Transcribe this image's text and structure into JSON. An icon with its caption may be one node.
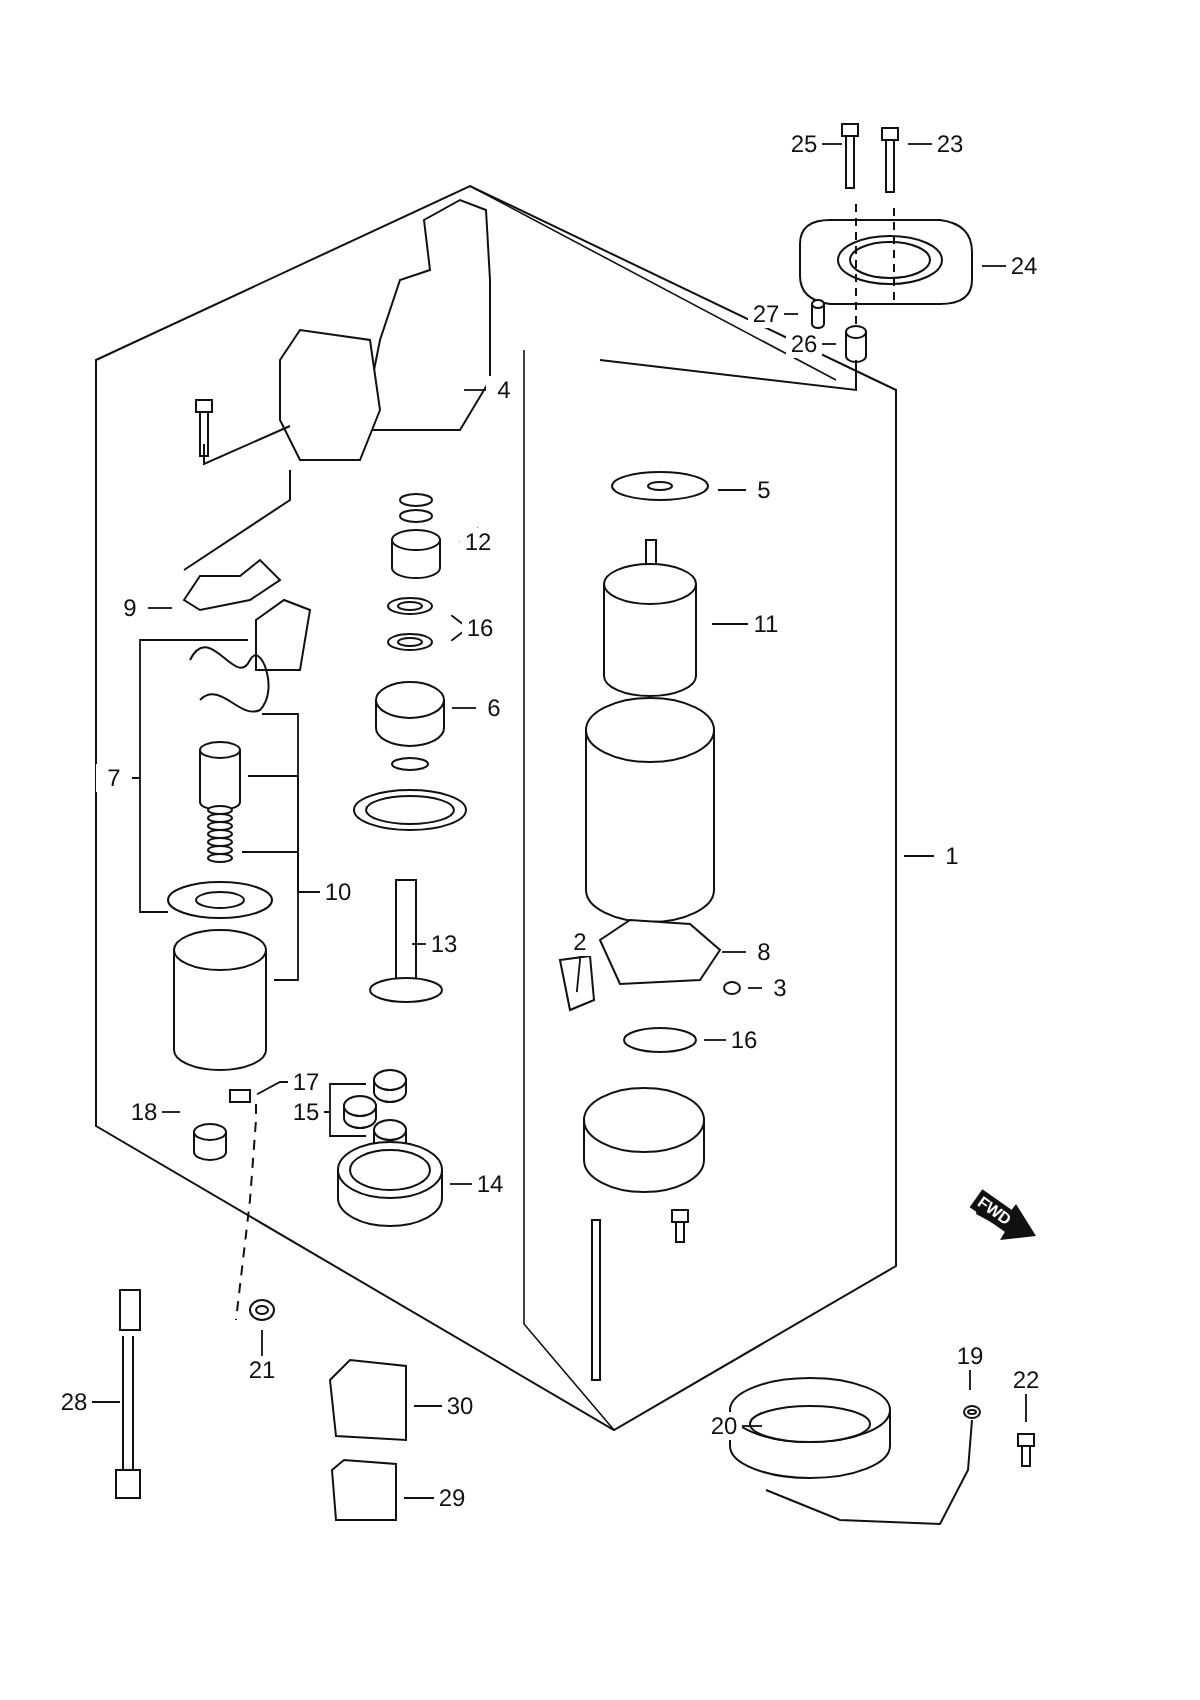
{
  "diagram": {
    "nodes": [
      {
        "text": [
          "25"
        ]
      },
      {
        "text": [
          "23"
        ]
      },
      {
        "text": [
          "24"
        ]
      },
      {
        "text": [
          "27"
        ]
      },
      {
        "text": [
          "26"
        ]
      },
      {
        "text": [
          "4"
        ]
      },
      {
        "text": [
          "5"
        ]
      },
      {
        "text": [
          "12"
        ]
      },
      {
        "text": [
          "9"
        ]
      },
      {
        "text": [
          "16"
        ]
      },
      {
        "text": [
          "11"
        ]
      },
      {
        "text": [
          "6"
        ]
      },
      {
        "text": [
          "7"
        ]
      },
      {
        "text": [
          "1"
        ]
      },
      {
        "text": [
          "10"
        ]
      },
      {
        "text": [
          "13"
        ]
      },
      {
        "text": [
          "2"
        ]
      },
      {
        "text": [
          "8"
        ]
      },
      {
        "text": [
          "3"
        ]
      },
      {
        "text": [
          "16"
        ]
      },
      {
        "text": [
          "17"
        ]
      },
      {
        "text": [
          "18"
        ]
      },
      {
        "text": [
          "15"
        ]
      },
      {
        "text": [
          "14"
        ]
      },
      {
        "text": [
          "21"
        ]
      },
      {
        "text": [
          "28"
        ]
      },
      {
        "text": [
          "19"
        ]
      },
      {
        "text": [
          "22"
        ]
      },
      {
        "text": [
          "30"
        ]
      },
      {
        "text": [
          "20"
        ]
      },
      {
        "text": [
          "29"
        ]
      }
    ],
    "edges": [
      {
        "from": 0,
        "to": null,
        "arrow": "none"
      },
      {
        "from": 1,
        "to": null,
        "arrow": "none"
      },
      {
        "from": 2,
        "to": null,
        "arrow": "none"
      },
      {
        "from": 3,
        "to": null,
        "arrow": "none"
      },
      {
        "from": 4,
        "to": null,
        "arrow": "none"
      },
      {
        "from": 5,
        "to": null,
        "arrow": "none"
      },
      {
        "from": 6,
        "to": null,
        "arrow": "none"
      },
      {
        "from": 7,
        "to": null,
        "arrow": "none"
      },
      {
        "from": 8,
        "to": null,
        "arrow": "none"
      },
      {
        "from": 9,
        "to": null,
        "arrow": "none"
      },
      {
        "from": 9,
        "to": null,
        "arrow": "none"
      },
      {
        "from": 10,
        "to": null,
        "arrow": "none"
      },
      {
        "from": 11,
        "to": null,
        "arrow": "none"
      },
      {
        "from": 12,
        "to": null,
        "arrow": "none"
      },
      {
        "from": 12,
        "to": null,
        "arrow": "none"
      },
      {
        "from": 13,
        "to": null,
        "arrow": "none"
      },
      {
        "from": 14,
        "to": null,
        "arrow": "none"
      },
      {
        "from": 14,
        "to": null,
        "arrow": "none"
      },
      {
        "from": 14,
        "to": null,
        "arrow": "none"
      },
      {
        "from": 14,
        "to": null,
        "arrow": "none"
      },
      {
        "from": 15,
        "to": null,
        "arrow": "none"
      },
      {
        "from": 16,
        "to": null,
        "arrow": "none"
      },
      {
        "from": 17,
        "to": null,
        "arrow": "none"
      },
      {
        "from": 18,
        "to": null,
        "arrow": "none"
      },
      {
        "from": 19,
        "to": null,
        "arrow": "none"
      },
      {
        "from": 20,
        "to": null,
        "arrow": "none"
      },
      {
        "from": 21,
        "to": null,
        "arrow": "none"
      },
      {
        "from": 22,
        "to": null,
        "arrow": "none"
      },
      {
        "from": 22,
        "to": null,
        "arrow": "none"
      },
      {
        "from": 23,
        "to": null,
        "arrow": "none"
      },
      {
        "from": 24,
        "to": null,
        "arrow": "none"
      },
      {
        "from": 25,
        "to": null,
        "arrow": "none"
      },
      {
        "from": 26,
        "to": null,
        "arrow": "none"
      },
      {
        "from": 27,
        "to": null,
        "arrow": "none"
      },
      {
        "from": 28,
        "to": null,
        "arrow": "none"
      },
      {
        "from": 29,
        "to": null,
        "arrow": "none"
      },
      {
        "from": 30,
        "to": null,
        "arrow": "none"
      }
    ],
    "labels": [
      "FWD"
    ]
  }
}
